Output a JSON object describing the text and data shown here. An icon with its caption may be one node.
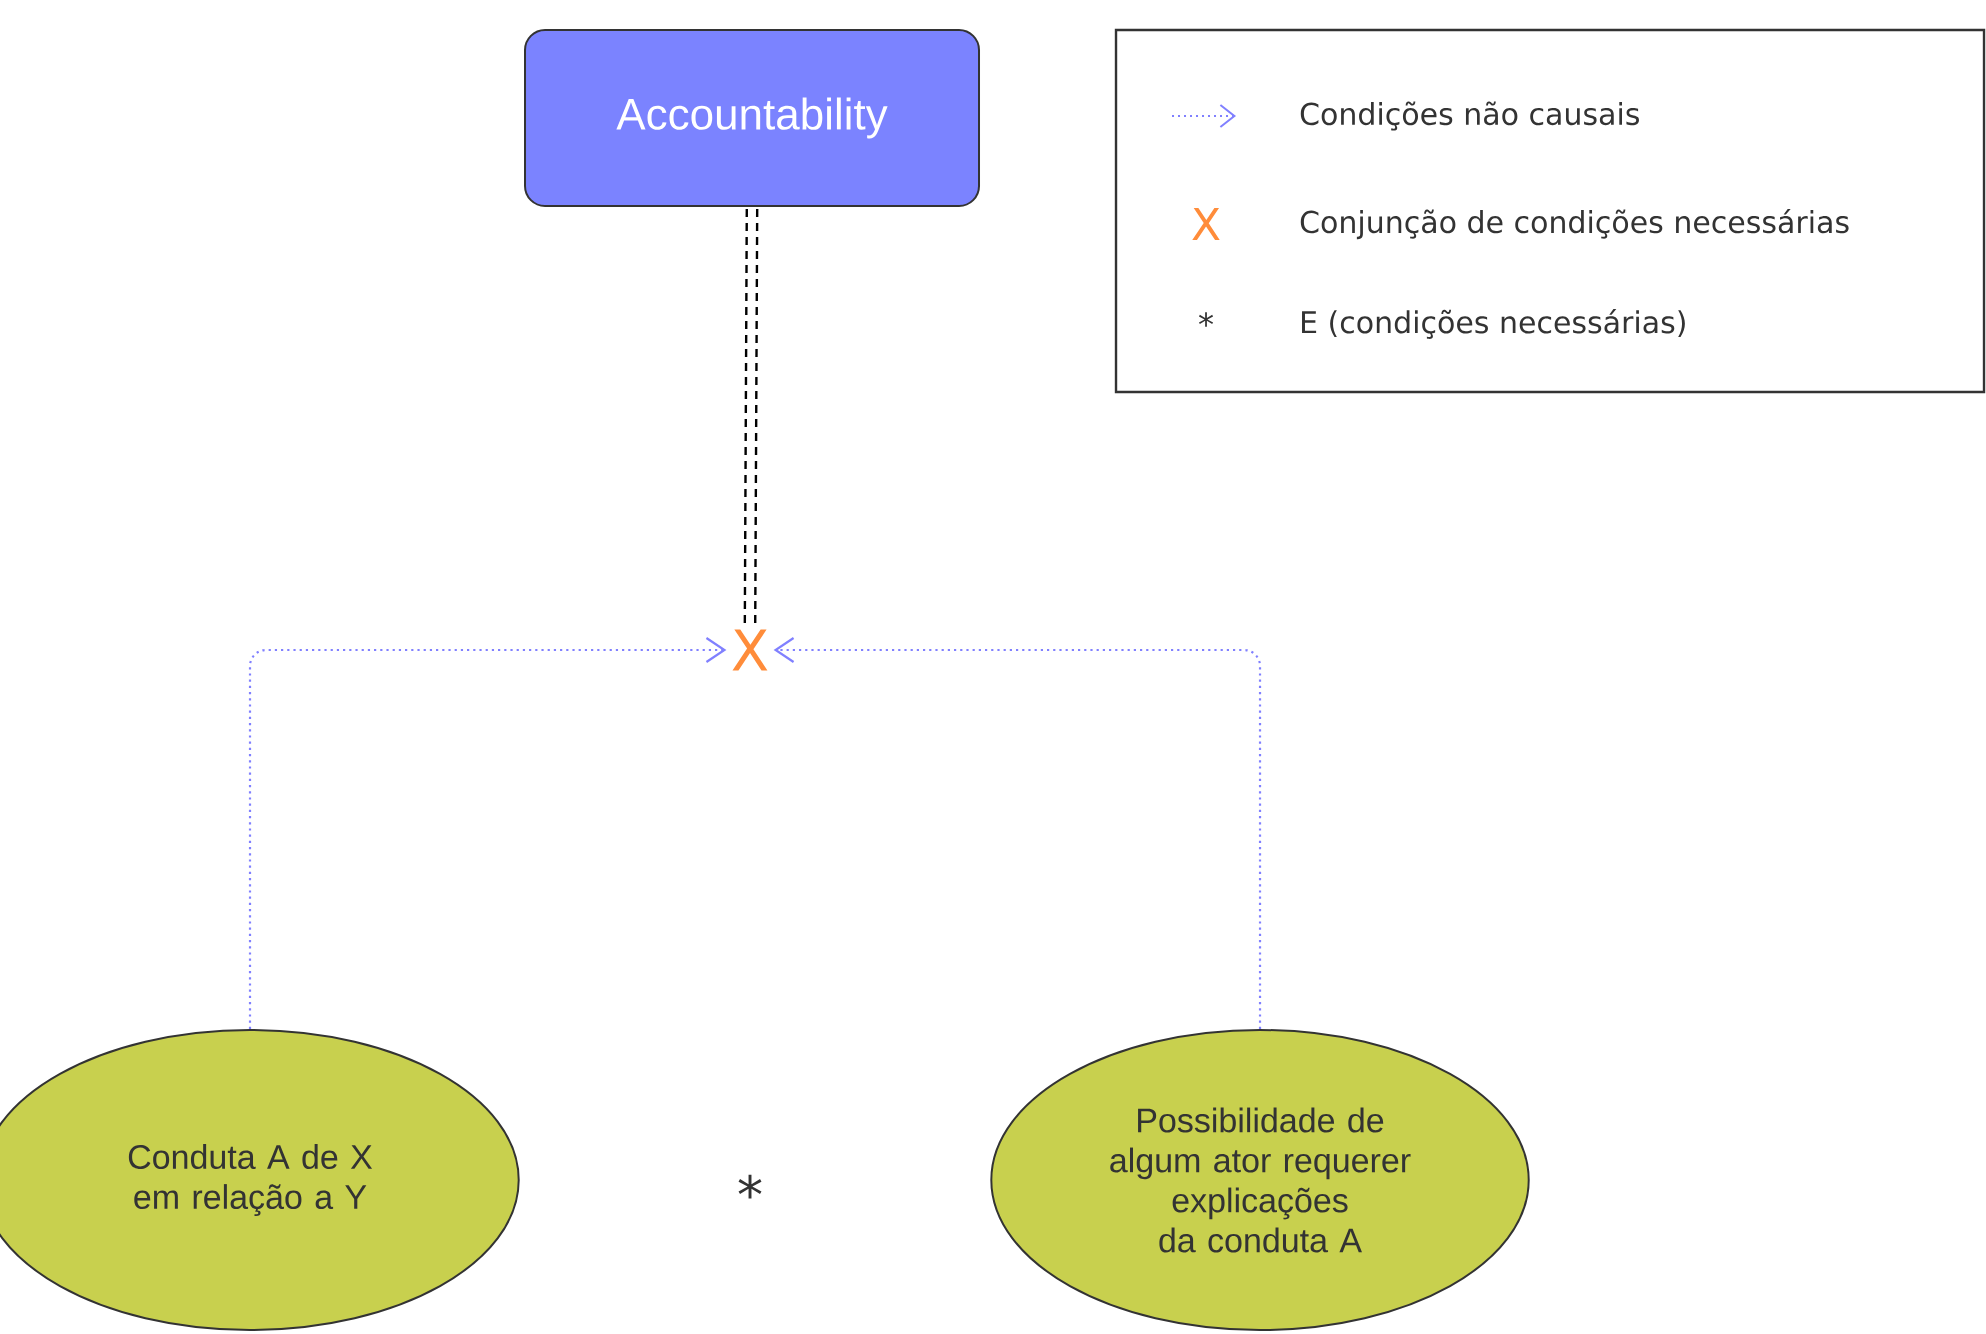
{
  "diagram": {
    "nodes": [
      {
        "text": [
          "Accountability"
        ]
      },
      {
        "text": [
          "X"
        ]
      },
      {
        "text": [
          "Conduta A de X em relação a Y"
        ]
      },
      {
        "text": [
          "Possibilidade de algum ator requerer explicações da conduta A"
        ]
      }
    ],
    "edges": [
      {
        "from": 0,
        "to": 1,
        "arrow": "none",
        "style": "dashed",
        "color": "#000000"
      },
      {
        "from": 2,
        "to": 1,
        "arrow": "to",
        "style": "dashed"
      },
      {
        "from": 3,
        "to": 1,
        "arrow": "to",
        "style": "dashed"
      }
    ],
    "labels": [
      "X",
      "*",
      "*"
    ],
    "legend": [
      {
        "text": "Condições não causais"
      },
      {
        "text": "Conjunção de condições necessárias"
      },
      {
        "text": "E (condições necessárias)"
      }
    ]
  }
}
